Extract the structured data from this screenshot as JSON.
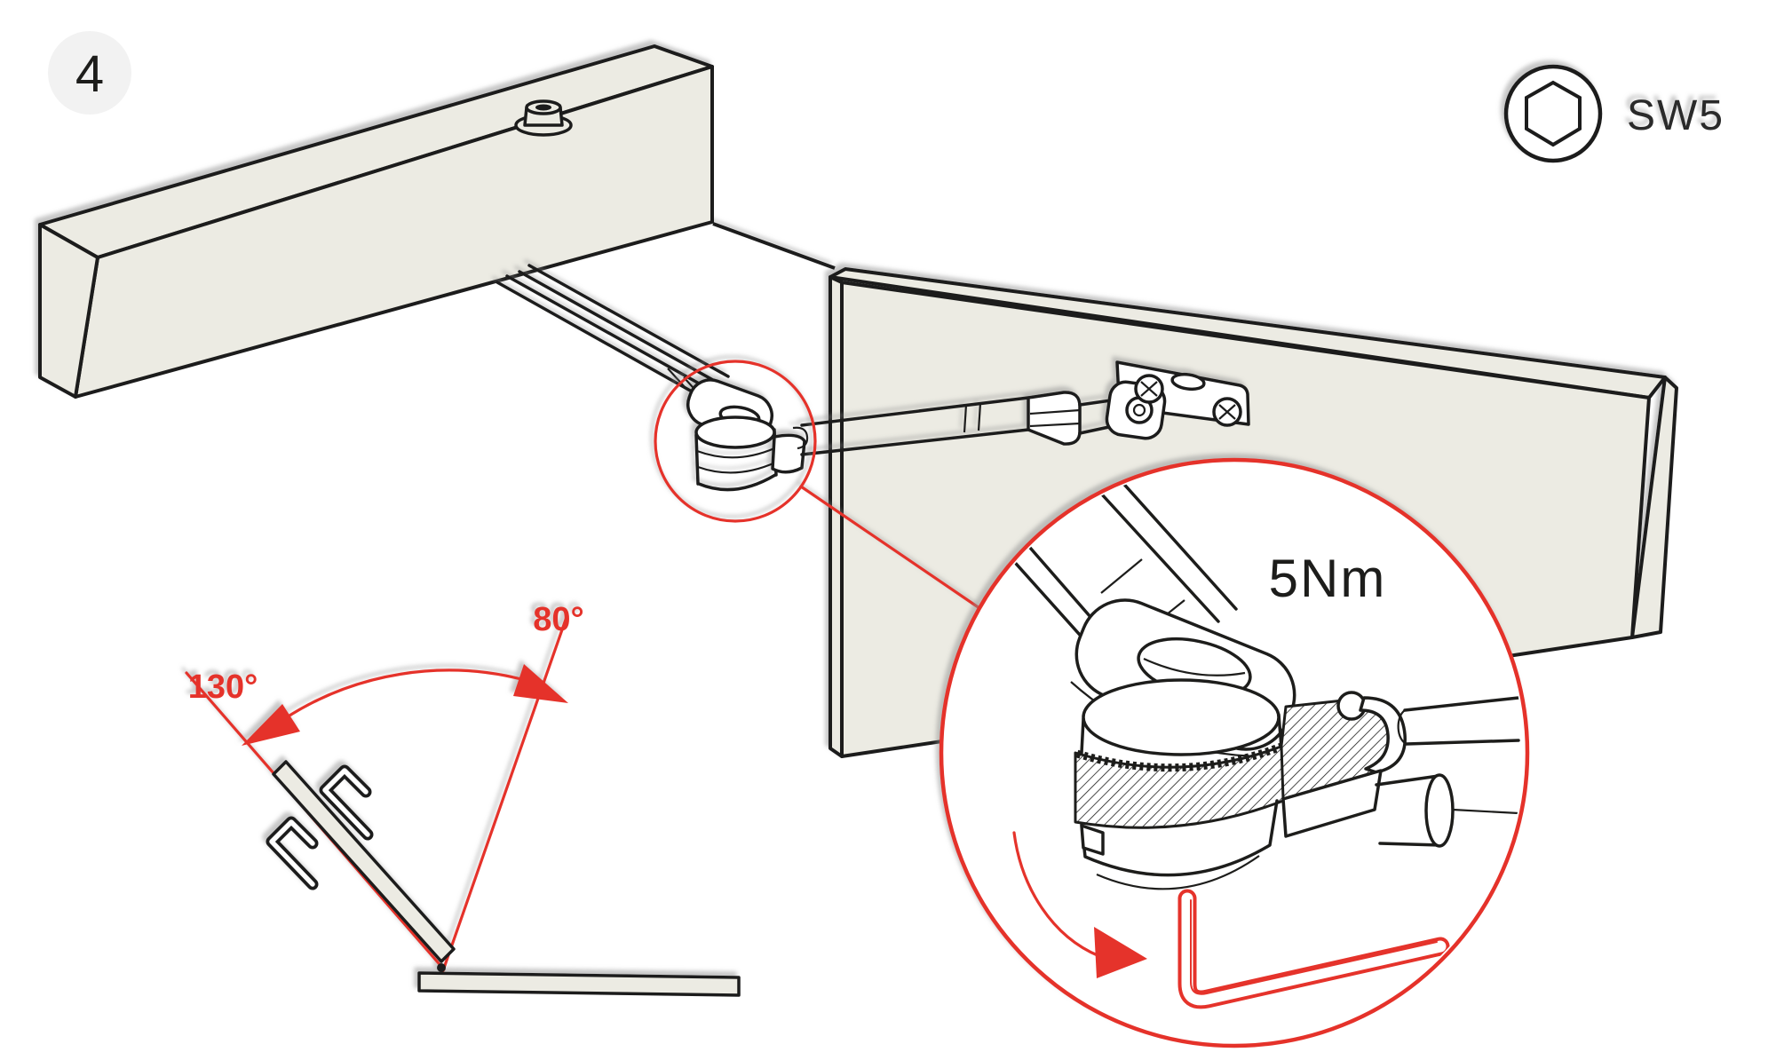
{
  "step": {
    "number": "4"
  },
  "tool": {
    "label": "SW5",
    "icon": "hex-socket-icon"
  },
  "detail_callout": {
    "torque": "5Nm",
    "icons": [
      "allen-key-icon",
      "rotate-arrow-icon"
    ]
  },
  "angle_diagram": {
    "max_angle": "130°",
    "open_angle": "80°"
  },
  "colors": {
    "accent_red": "#E5332B",
    "line": "#1D1D1B",
    "panel_fill": "#ECEBE3",
    "badge_bg": "#F2F2F2",
    "background": "#FFFFFF"
  }
}
